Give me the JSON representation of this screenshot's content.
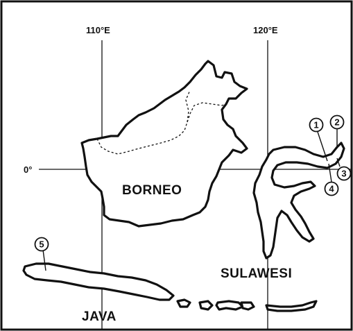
{
  "map": {
    "longitude_labels": [
      "110°E",
      "120°E"
    ],
    "latitude_labels": [
      "0°"
    ],
    "places": {
      "borneo": "BORNEO",
      "sulawesi": "SULAWESI",
      "java": "JAVA"
    },
    "markers": [
      "1",
      "2",
      "3",
      "4",
      "5"
    ],
    "colors": {
      "ink": "#111111",
      "land": "#ffffff",
      "background": "#ffffff"
    }
  }
}
